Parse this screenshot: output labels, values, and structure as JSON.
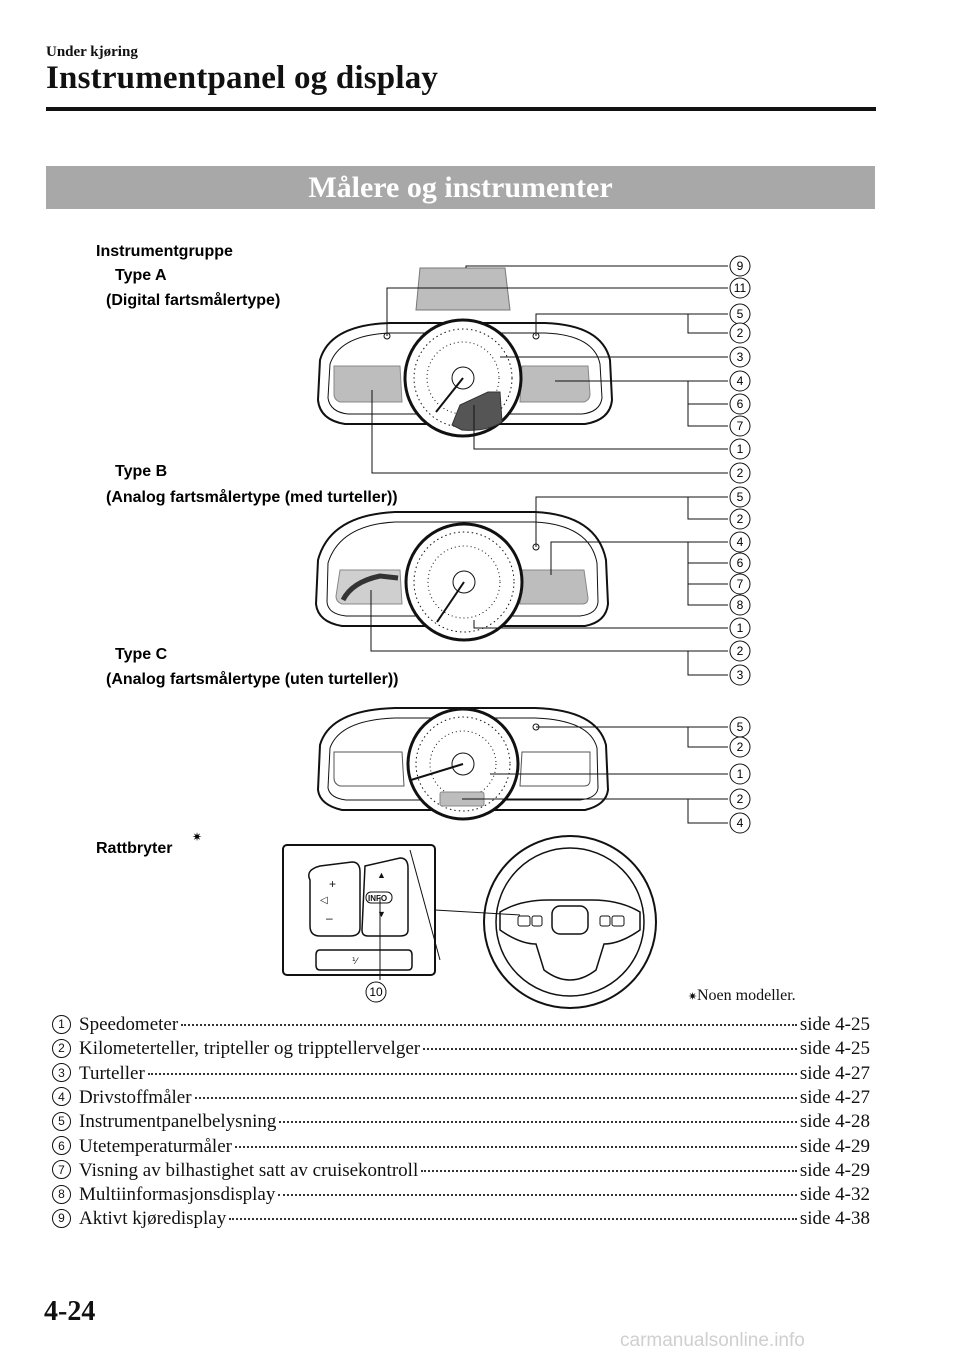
{
  "header": {
    "section": "Under kjøring",
    "title": "Instrumentpanel og display"
  },
  "banner": "Målere og instrumenter",
  "figure": {
    "group_label": "Instrumentgruppe",
    "type_a": "Type A",
    "type_a_desc": "(Digital fartsmålertype)",
    "type_b": "Type B",
    "type_b_desc": "(Analog fartsmålertype (med turteller))",
    "type_c": "Type C",
    "type_c_desc": "(Analog fartsmålertype (uten turteller))",
    "switch_label": "Rattbryter",
    "asterisk": "✷",
    "footnote": "Noen modeller.",
    "info_text": "INFO",
    "callouts_a": [
      "9",
      "11",
      "5",
      "2",
      "3",
      "4",
      "6",
      "7",
      "1",
      "2"
    ],
    "callouts_b": [
      "5",
      "2",
      "4",
      "6",
      "7",
      "8",
      "1",
      "2",
      "3"
    ],
    "callouts_c": [
      "5",
      "2",
      "1",
      "2",
      "4"
    ],
    "callout_switch": "10"
  },
  "references": [
    {
      "num": "1",
      "text": "Speedometer",
      "page": "side 4-25"
    },
    {
      "num": "2",
      "text": "Kilometerteller, tripteller og tripptellervelger",
      "page": "side 4-25"
    },
    {
      "num": "3",
      "text": "Turteller",
      "page": "side 4-27"
    },
    {
      "num": "4",
      "text": "Drivstoffmåler",
      "page": "side 4-27"
    },
    {
      "num": "5",
      "text": "Instrumentpanelbelysning",
      "page": "side 4-28"
    },
    {
      "num": "6",
      "text": "Utetemperaturmåler",
      "page": "side 4-29"
    },
    {
      "num": "7",
      "text": "Visning av bilhastighet satt av cruisekontroll",
      "page": "side 4-29"
    },
    {
      "num": "8",
      "text": "Multiinformasjonsdisplay",
      "page": "side 4-32"
    },
    {
      "num": "9",
      "text": "Aktivt kjøredisplay",
      "page": "side 4-38"
    }
  ],
  "page_number": "4-24",
  "watermark": "carmanualsonline.info"
}
